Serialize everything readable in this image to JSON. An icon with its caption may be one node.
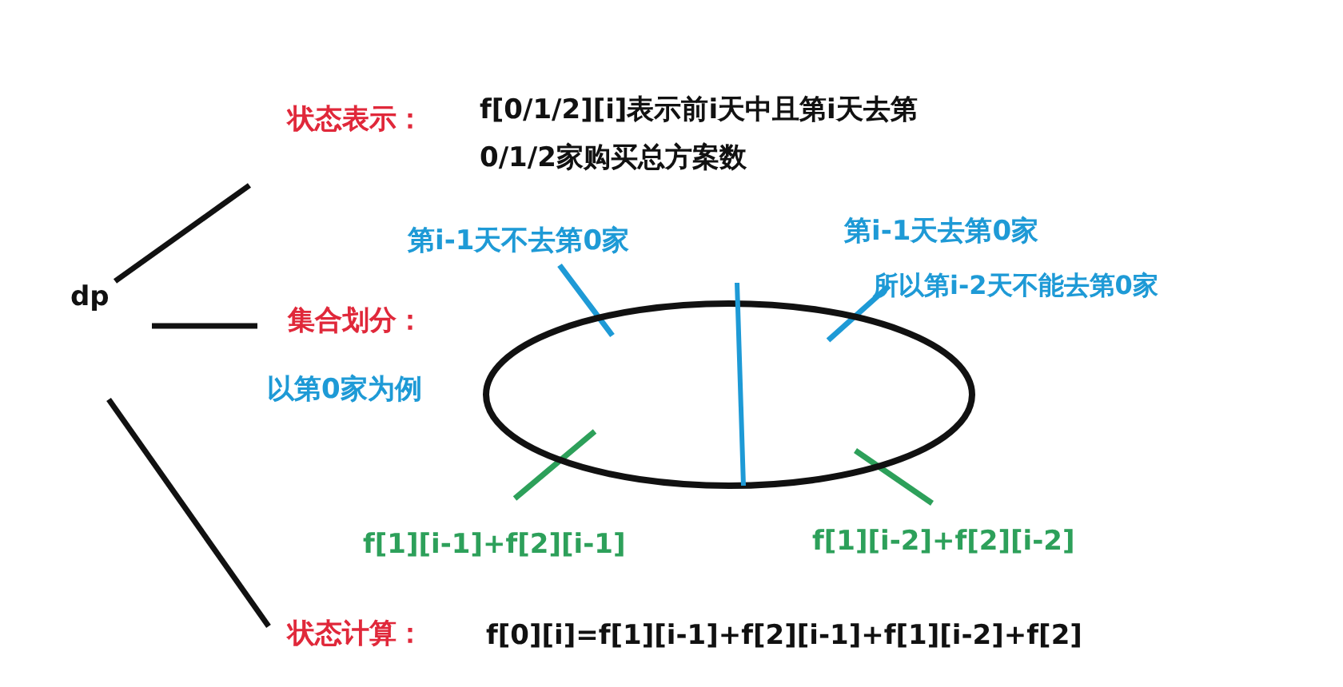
{
  "diagram": {
    "nodes": [
      {
        "text": [
          "dp"
        ]
      },
      {
        "text": [
          "状态表示：",
          "f[0/1/2][i]表示前i天中且第i天去第0/1/2家购买总方案数"
        ]
      },
      {
        "text": [
          "集合划分："
        ],
        "beside": [
          "以第0家为例"
        ]
      },
      {
        "text": [
          "状态计算：",
          "f[0][i]=f[1][i-1]+f[2][i-1]+f[1][i-2]+f[2]"
        ]
      },
      {
        "text": [],
        "shape": "ellipse"
      },
      {
        "text": [
          "第i-1天不去第0家"
        ]
      },
      {
        "text": [
          "第i-1天去第0家",
          "所以第i-2天不能去第0家"
        ]
      },
      {
        "text": [
          "f[1][i-1]+f[2][i-1]"
        ]
      },
      {
        "text": [
          "f[1][i-2]+f[2][i-2]"
        ]
      }
    ],
    "edges": [
      {
        "from": 0,
        "to": 1,
        "arrow": "none"
      },
      {
        "from": 0,
        "to": 2,
        "arrow": "none"
      },
      {
        "from": 0,
        "to": 3,
        "arrow": "none"
      },
      {
        "from": 5,
        "to": 4,
        "arrow": "none",
        "color": "#1e9ad6"
      },
      {
        "from": 6,
        "to": 4,
        "arrow": "none",
        "color": "#1e9ad6"
      },
      {
        "from": 7,
        "to": 4,
        "arrow": "none",
        "color": "#2da05a"
      },
      {
        "from": 8,
        "to": 4,
        "arrow": "none",
        "color": "#2da05a"
      }
    ]
  }
}
